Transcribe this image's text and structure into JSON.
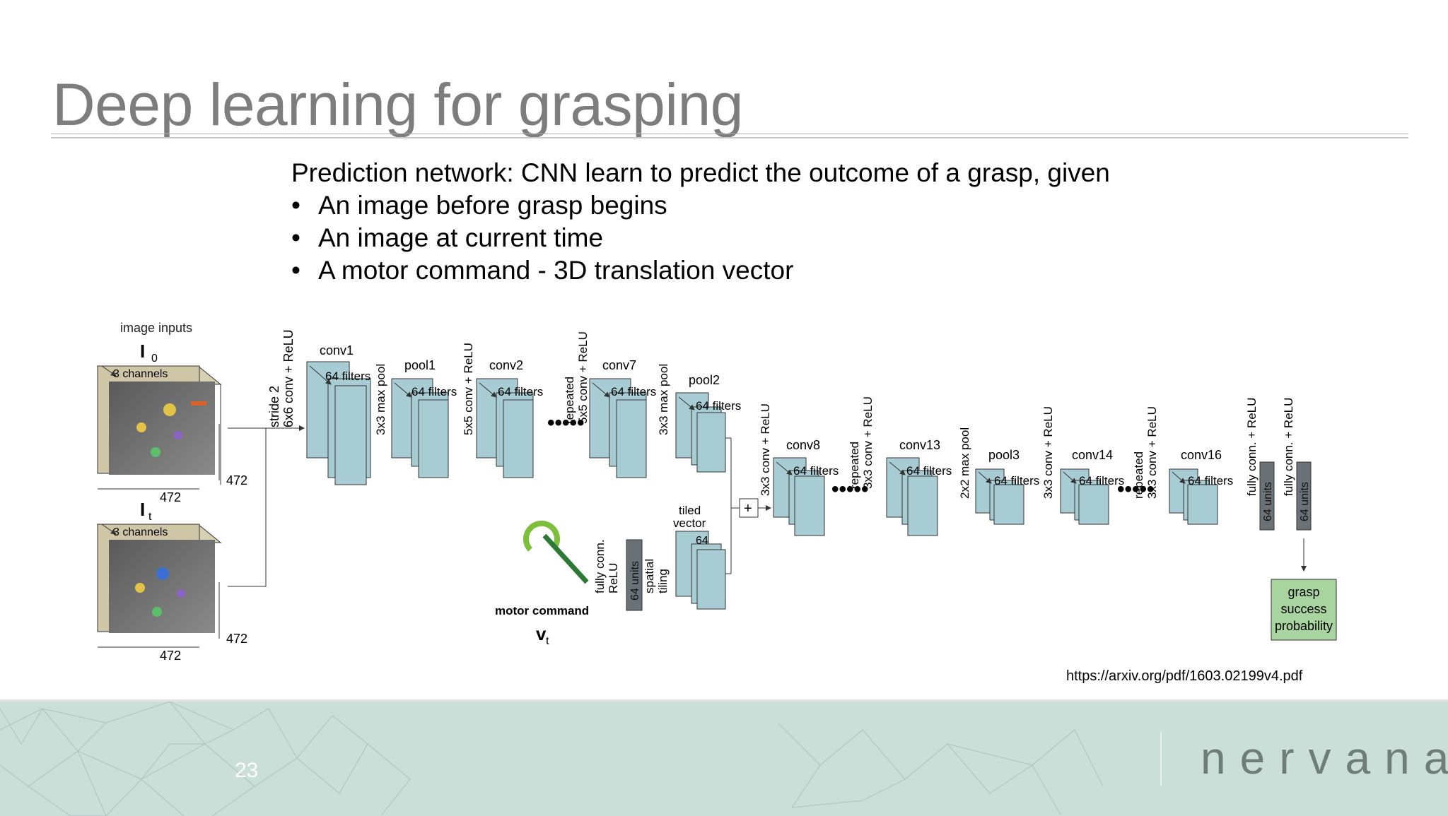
{
  "slide": {
    "title": "Deep learning for grasping",
    "intro": "Prediction network: CNN learn to predict the outcome of a grasp, given",
    "bullets": [
      "An image before grasp begins",
      "An image at current time",
      "A motor command - 3D translation vector"
    ],
    "url": "https://arxiv.org/pdf/1603.02199v4.pdf",
    "page_number": "23",
    "brand": "nervana"
  },
  "diagram": {
    "image_inputs": "image inputs",
    "i0": "I",
    "i0_sub": "0",
    "it": "I",
    "it_sub": "t",
    "channels": "3 channels",
    "dim": "472",
    "stride": "stride 2",
    "conv6": "6x6 conv + ReLU",
    "conv1": "conv1",
    "pool1": "pool1",
    "conv2": "conv2",
    "conv7": "conv7",
    "pool2": "pool2",
    "conv8": "conv8",
    "conv13": "conv13",
    "pool3": "pool3",
    "conv14": "conv14",
    "conv16": "conv16",
    "filters": "64 filters",
    "maxpool3": "3x3 max pool",
    "conv5": "5x5 conv + ReLU",
    "repeated": "repeated",
    "conv3": "3x3 conv + ReLU",
    "maxpool2": "2x2 max pool",
    "fc_relu": "fully conn. + ReLU",
    "units": "64 units",
    "fully_conn": "fully conn.",
    "relu": "ReLU",
    "spatial": "spatial",
    "tiling": "tiling",
    "tiled": "tiled",
    "vector": "vector",
    "vec64": "64",
    "plus": "+",
    "motor": "motor command",
    "vt": "v",
    "vt_sub": "t",
    "grasp1": "grasp",
    "grasp2": "success",
    "grasp3": "probability"
  }
}
